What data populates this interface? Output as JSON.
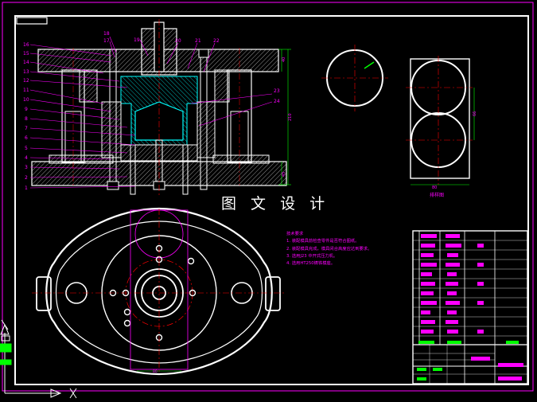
{
  "caption": "图 文 设 计",
  "notes": {
    "title": "技术要求",
    "items": [
      "1. 装配模具前检查零件是否符合图纸。",
      "2. 装配模具完成，模具闭合高度应达到要求。",
      "3. 选用J23 中开式压力机。",
      "4. 选用HT250铸铁模座。"
    ]
  },
  "part_label": "排样图",
  "top_callouts": [
    "18",
    "17",
    "19",
    "20",
    "21",
    "22"
  ],
  "left_callouts": [
    "16",
    "15",
    "14",
    "13",
    "12",
    "11",
    "10",
    "9",
    "8",
    "7",
    "6",
    "5",
    "4",
    "3",
    "2",
    "1"
  ],
  "right_callouts": [
    "23",
    "24"
  ],
  "colors": {
    "line": "#ffffff",
    "accent": "#ff00ff",
    "hatch": "#00ffff",
    "center": "#ff0000",
    "dim": "#00ff00",
    "background": "#000000"
  }
}
